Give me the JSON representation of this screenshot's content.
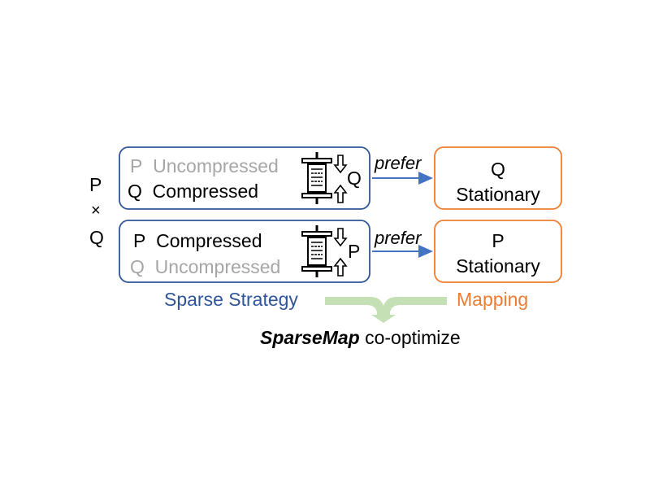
{
  "operation": {
    "left": "P",
    "op": "×",
    "right": "Q"
  },
  "strategies": [
    {
      "top": {
        "tensor": "P",
        "state": "Uncompressed",
        "style": "gray"
      },
      "bottom": {
        "tensor": "Q",
        "state": "Compressed",
        "style": "black"
      },
      "press_label": "Q",
      "prefer": "prefer",
      "mapping": {
        "line1": "Q",
        "line2": "Stationary"
      }
    },
    {
      "top": {
        "tensor": "P",
        "state": "Compressed",
        "style": "black"
      },
      "bottom": {
        "tensor": "Q",
        "state": "Uncompressed",
        "style": "gray"
      },
      "press_label": "P",
      "prefer": "prefer",
      "mapping": {
        "line1": "P",
        "line2": "Stationary"
      }
    }
  ],
  "labels": {
    "sparse_strategy": "Sparse Strategy",
    "mapping": "Mapping",
    "brand": "SparseMap",
    "co_optimize": "co-optimize"
  },
  "colors": {
    "blue": "#2f5597",
    "orange": "#ed7d31",
    "green": "#c5e0b4",
    "arrow": "#4472c4",
    "gray_text": "#a6a6a6"
  },
  "icons": [
    "compression-press-icon",
    "arrow-down-icon",
    "arrow-up-icon",
    "merge-arrow-icon"
  ]
}
